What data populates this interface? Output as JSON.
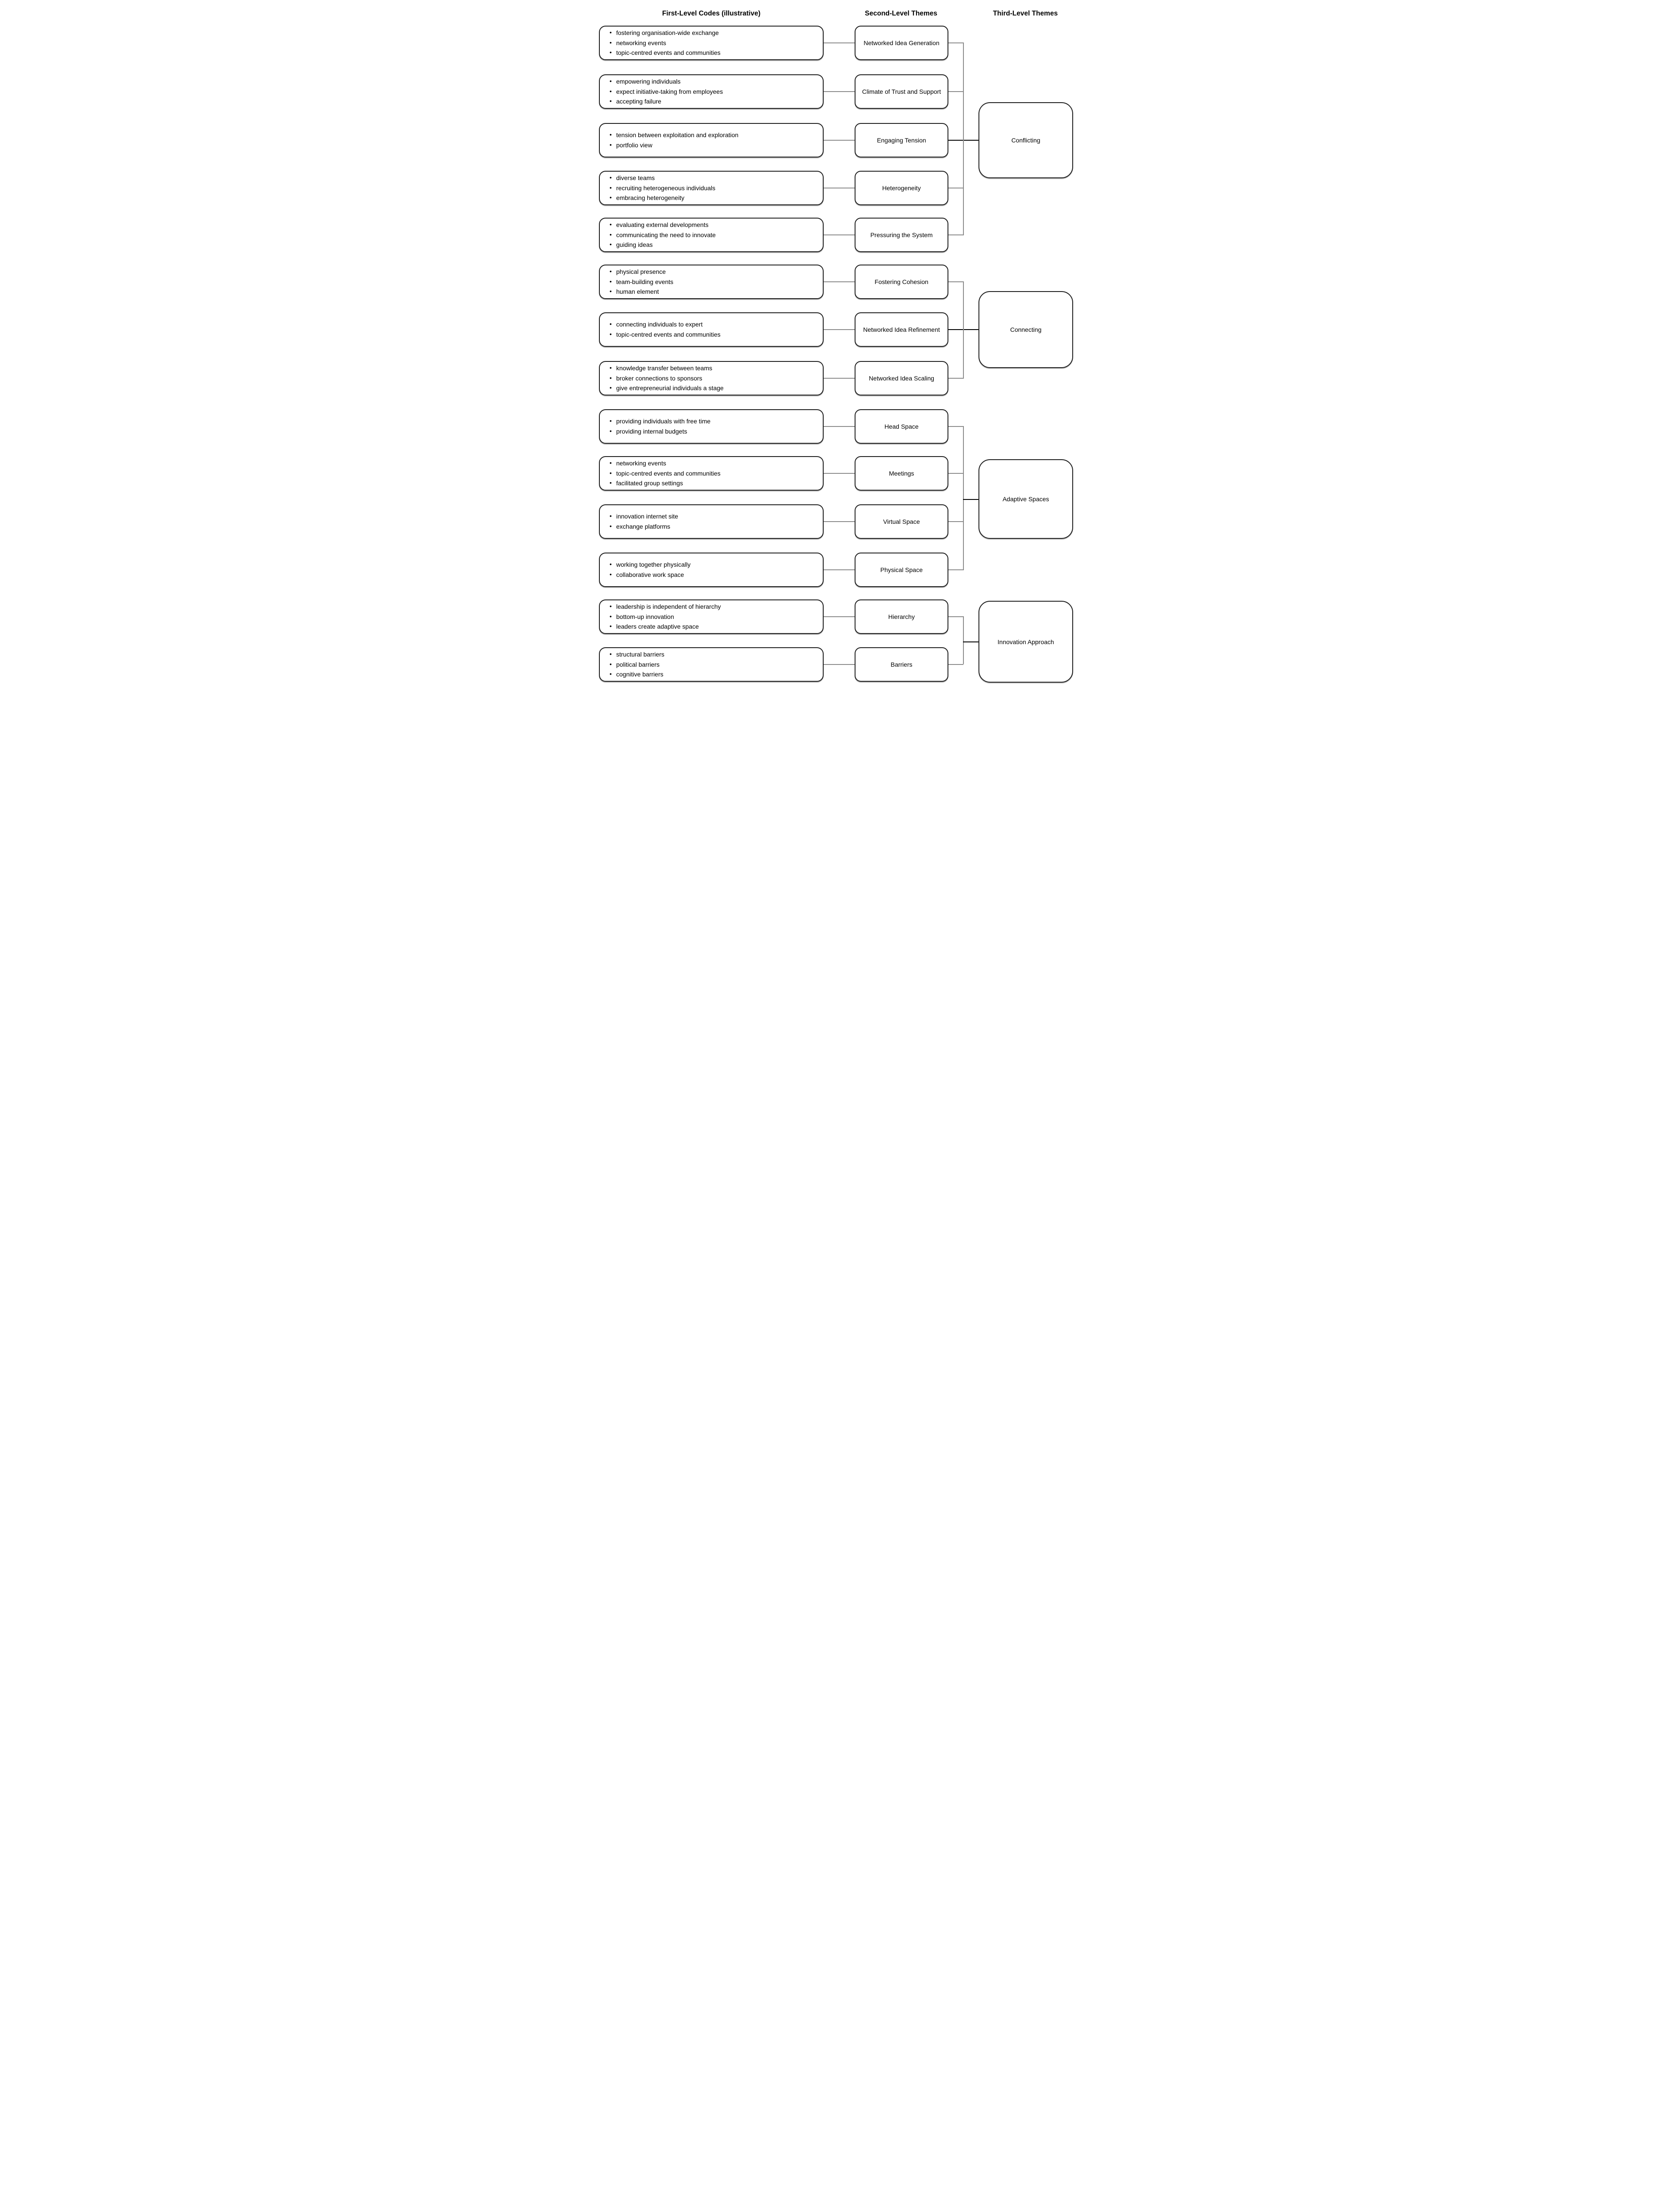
{
  "headers": {
    "col1": "First-Level Codes (illustrative)",
    "col2": "Second-Level Themes",
    "col3": "Third-Level Themes"
  },
  "groups": [
    {
      "theme3": "Conflicting",
      "rows": [
        {
          "theme2": "Networked Idea Generation",
          "codes": [
            "fostering organisation-wide exchange",
            "networking events",
            "topic-centred events and communities"
          ]
        },
        {
          "theme2": "Climate of Trust and Support",
          "codes": [
            "empowering individuals",
            "expect initiative-taking from employees",
            "accepting failure"
          ]
        },
        {
          "theme2": "Engaging Tension",
          "codes": [
            "tension between exploitation and exploration",
            "portfolio view"
          ]
        },
        {
          "theme2": "Heterogeneity",
          "codes": [
            "diverse teams",
            "recruiting heterogeneous individuals",
            "embracing heterogeneity"
          ]
        },
        {
          "theme2": "Pressuring the System",
          "codes": [
            "evaluating external developments",
            "communicating the need to innovate",
            "guiding ideas"
          ]
        }
      ]
    },
    {
      "theme3": "Connecting",
      "rows": [
        {
          "theme2": "Fostering Cohesion",
          "codes": [
            "physical presence",
            "team-building events",
            "human element"
          ]
        },
        {
          "theme2": "Networked Idea Refinement",
          "codes": [
            "connecting individuals to expert",
            "topic-centred events and communities"
          ]
        },
        {
          "theme2": "Networked Idea Scaling",
          "codes": [
            "knowledge transfer between teams",
            "broker connections to sponsors",
            "give entrepreneurial individuals a stage"
          ]
        }
      ]
    },
    {
      "theme3": "Adaptive Spaces",
      "rows": [
        {
          "theme2": "Head Space",
          "codes": [
            "providing individuals with free time",
            "providing internal budgets"
          ]
        },
        {
          "theme2": "Meetings",
          "codes": [
            "networking events",
            "topic-centred events and communities",
            "facilitated group settings"
          ]
        },
        {
          "theme2": "Virtual Space",
          "codes": [
            "innovation internet site",
            "exchange platforms"
          ]
        },
        {
          "theme2": "Physical Space",
          "codes": [
            "working together physically",
            "collaborative work space"
          ]
        }
      ]
    },
    {
      "theme3": "Innovation Approach",
      "rows": [
        {
          "theme2": "Hierarchy",
          "codes": [
            "leadership is independent of hierarchy",
            "bottom-up innovation",
            "leaders create adaptive space"
          ]
        },
        {
          "theme2": "Barriers",
          "codes": [
            "structural barriers",
            "political barriers",
            "cognitive barriers"
          ]
        }
      ]
    }
  ],
  "colors": {
    "box_border": "#1f1f1f",
    "connector_gray": "#8c8c8c",
    "connector_black": "#000000",
    "background": "#ffffff",
    "text": "#000000"
  }
}
